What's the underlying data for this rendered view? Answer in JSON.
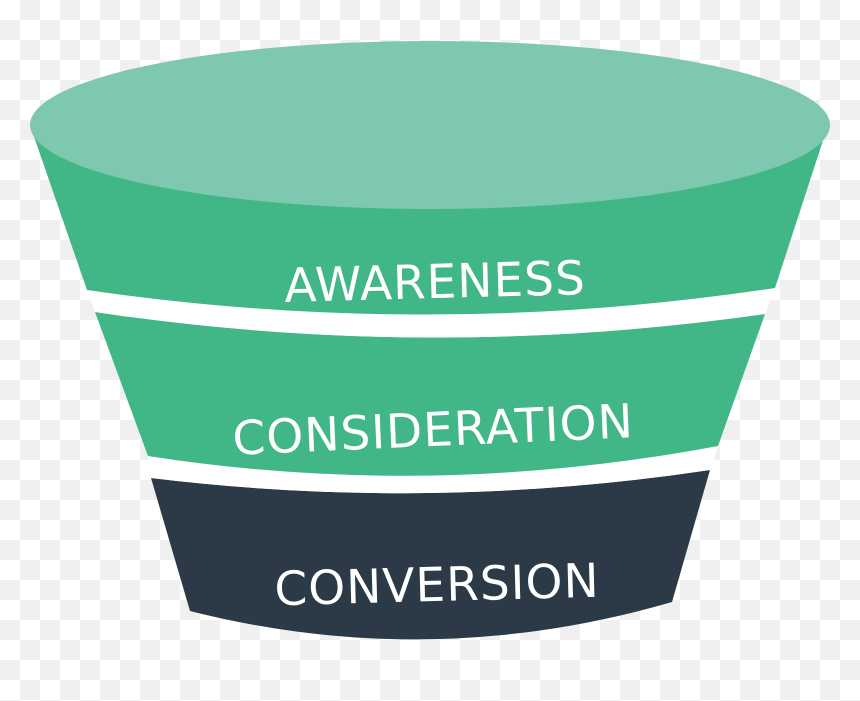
{
  "funnel": {
    "stages": [
      {
        "label": "AWARENESS",
        "color": "#41b787"
      },
      {
        "label": "CONSIDERATION",
        "color": "#41b787"
      },
      {
        "label": "CONVERSION",
        "color": "#2b3a46"
      }
    ],
    "top_color": "#7dc8ae",
    "gap_color": "#ffffff"
  }
}
